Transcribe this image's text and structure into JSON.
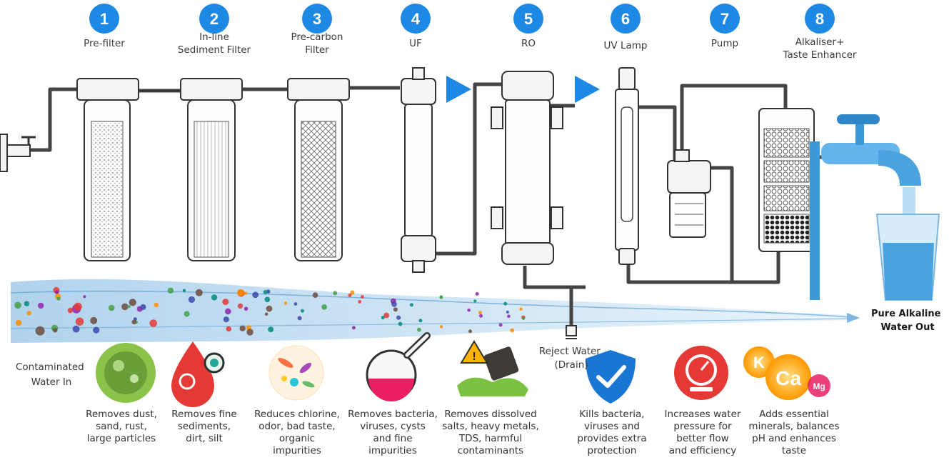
{
  "steps": [
    {
      "num": "1",
      "label": [
        "Pre-filter"
      ],
      "desc": [
        "Removes dust,",
        "sand, rust,",
        "large particles"
      ]
    },
    {
      "num": "2",
      "label": [
        "In-line",
        "Sediment Filter"
      ],
      "desc": [
        "Removes fine",
        "sediments,",
        "dirt, silt"
      ]
    },
    {
      "num": "3",
      "label": [
        "Pre-carbon",
        "Filter"
      ],
      "desc": [
        "Reduces chlorine,",
        "odor, bad taste,",
        "organic",
        "impurities"
      ]
    },
    {
      "num": "4",
      "label": [
        "UF"
      ],
      "desc": [
        "Removes bacteria,",
        "viruses, cysts",
        "and fine",
        "impurities"
      ]
    },
    {
      "num": "5",
      "label": [
        "RO"
      ],
      "desc": [
        "Removes dissolved",
        "salts, heavy metals,",
        "TDS, harmful",
        "contaminants"
      ]
    },
    {
      "num": "6",
      "label": [
        "UV Lamp"
      ],
      "desc": [
        "Kills bacteria,",
        "viruses and",
        "provides extra",
        "protection"
      ]
    },
    {
      "num": "7",
      "label": [
        "Pump"
      ],
      "desc": [
        "Increases water",
        "pressure for",
        "better flow",
        "and efficiency"
      ]
    },
    {
      "num": "8",
      "label": [
        "Alkaliser+",
        "Taste Enhancer"
      ],
      "desc": [
        "Adds essential",
        "minerals, balances",
        "pH and enhances",
        "taste"
      ]
    }
  ],
  "inlet_label": [
    "Contaminated",
    "Water In"
  ],
  "reject_label": [
    "Reject Water",
    "(Drain)"
  ],
  "outlet_label": [
    "Pure Alkaline",
    "Water Out"
  ],
  "mineral_badges": [
    "K",
    "Ca",
    "Mg"
  ],
  "colors": {
    "badge": "#1e88e5",
    "arrow": "#1e88e5",
    "water": "#7fb6e0",
    "tap": "#4aa3df",
    "drop": "#e53935",
    "flask": "#e91e63",
    "shield": "#1976d2",
    "gauge": "#e53935",
    "sludge": "#7cc242",
    "germ": "#8bc34a",
    "mineral": "#ff9800"
  }
}
